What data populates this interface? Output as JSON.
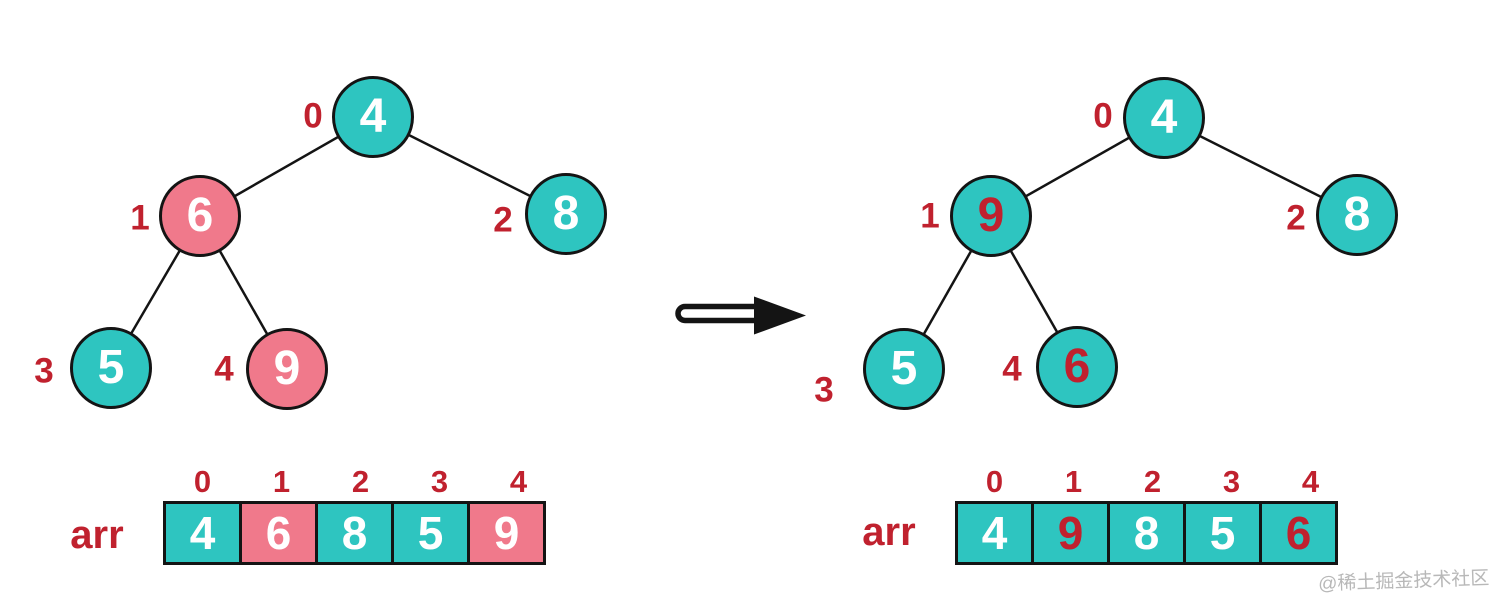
{
  "colors": {
    "teal": "#2ec5c0",
    "pink": "#f0798b",
    "index_red": "#c0212e",
    "node_text_white": "#ffffff",
    "line_black": "#141414",
    "watermark_gray": "#b8b8b8"
  },
  "before": {
    "tree": {
      "nodes": [
        {
          "index": "0",
          "value": "4",
          "fill": "#2ec5c0",
          "value_color": "#ffffff"
        },
        {
          "index": "1",
          "value": "6",
          "fill": "#f0798b",
          "value_color": "#ffffff"
        },
        {
          "index": "2",
          "value": "8",
          "fill": "#2ec5c0",
          "value_color": "#ffffff"
        },
        {
          "index": "3",
          "value": "5",
          "fill": "#2ec5c0",
          "value_color": "#ffffff"
        },
        {
          "index": "4",
          "value": "9",
          "fill": "#f0798b",
          "value_color": "#ffffff"
        }
      ]
    },
    "array": {
      "label": "arr",
      "indices": [
        "0",
        "1",
        "2",
        "3",
        "4"
      ],
      "cells": [
        {
          "value": "4",
          "fill": "#2ec5c0",
          "text_color": "#ffffff"
        },
        {
          "value": "6",
          "fill": "#f0798b",
          "text_color": "#ffffff"
        },
        {
          "value": "8",
          "fill": "#2ec5c0",
          "text_color": "#ffffff"
        },
        {
          "value": "5",
          "fill": "#2ec5c0",
          "text_color": "#ffffff"
        },
        {
          "value": "9",
          "fill": "#f0798b",
          "text_color": "#ffffff"
        }
      ]
    }
  },
  "after": {
    "tree": {
      "nodes": [
        {
          "index": "0",
          "value": "4",
          "fill": "#2ec5c0",
          "value_color": "#ffffff"
        },
        {
          "index": "1",
          "value": "9",
          "fill": "#2ec5c0",
          "value_color": "#c0212e"
        },
        {
          "index": "2",
          "value": "8",
          "fill": "#2ec5c0",
          "value_color": "#ffffff"
        },
        {
          "index": "3",
          "value": "5",
          "fill": "#2ec5c0",
          "value_color": "#ffffff"
        },
        {
          "index": "4",
          "value": "6",
          "fill": "#2ec5c0",
          "value_color": "#c0212e"
        }
      ]
    },
    "array": {
      "label": "arr",
      "indices": [
        "0",
        "1",
        "2",
        "3",
        "4"
      ],
      "cells": [
        {
          "value": "4",
          "fill": "#2ec5c0",
          "text_color": "#ffffff"
        },
        {
          "value": "9",
          "fill": "#2ec5c0",
          "text_color": "#c0212e"
        },
        {
          "value": "8",
          "fill": "#2ec5c0",
          "text_color": "#ffffff"
        },
        {
          "value": "5",
          "fill": "#2ec5c0",
          "text_color": "#ffffff"
        },
        {
          "value": "6",
          "fill": "#2ec5c0",
          "text_color": "#c0212e"
        }
      ]
    }
  },
  "watermark": {
    "text": "@稀土掘金技术社区"
  }
}
